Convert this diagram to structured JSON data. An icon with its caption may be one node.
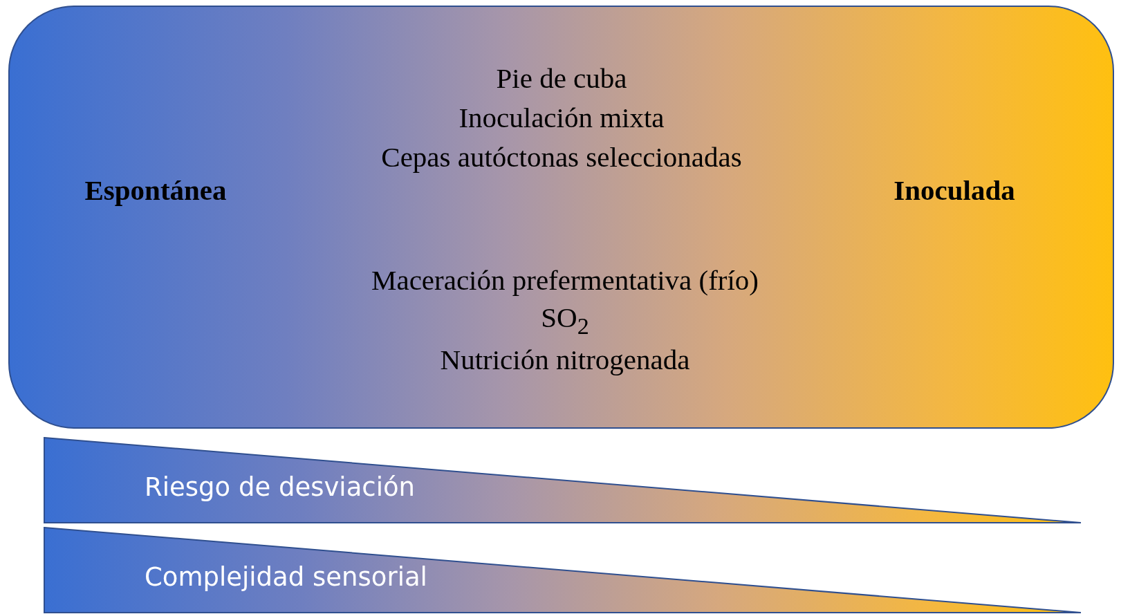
{
  "diagram": {
    "nodes": [
      {
        "text": [
          "Pie de cuba",
          "Inoculación mixta",
          "Cepas autóctonas seleccionadas",
          "Espontánea",
          "Inoculada",
          "Maceración prefermentativa (frío)",
          "SO$_{2}$",
          "Nutrición nitrogenada"
        ]
      },
      {
        "text": [
          "Riesgo de desviación"
        ]
      },
      {
        "text": [
          "Complejidad sensorial"
        ]
      }
    ]
  }
}
